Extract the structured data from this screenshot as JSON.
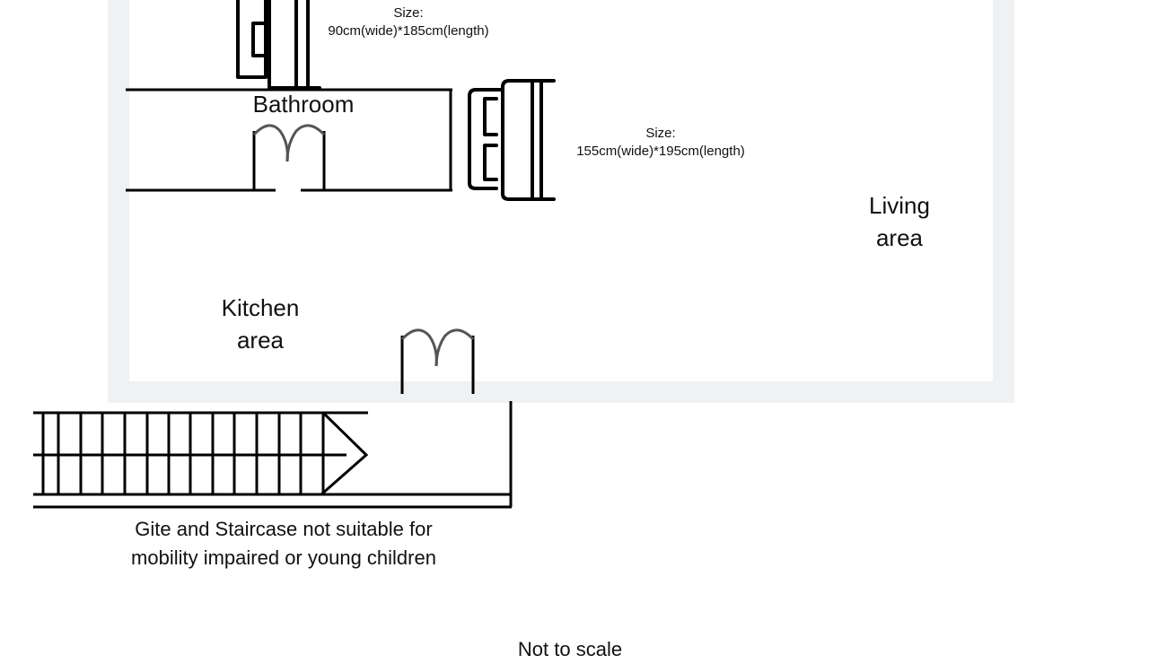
{
  "rooms": {
    "bathroom": "Bathroom",
    "kitchen_line1": "Kitchen",
    "kitchen_line2": "area",
    "living_line1": "Living",
    "living_line2": "area"
  },
  "beds": {
    "single": {
      "line1": "Size:",
      "line2": "90cm(wide)*185cm(length)"
    },
    "double": {
      "line1": "Size:",
      "line2": "155cm(wide)*195cm(length)"
    }
  },
  "notes": {
    "warning_line1": "Gite and Staircase not suitable for",
    "warning_line2": "mobility impaired or young children",
    "bottom_partial": "Not to scale"
  },
  "colors": {
    "outer_wall": "#f0f1f3",
    "lines": "#000000",
    "door_arc": "#555555"
  }
}
